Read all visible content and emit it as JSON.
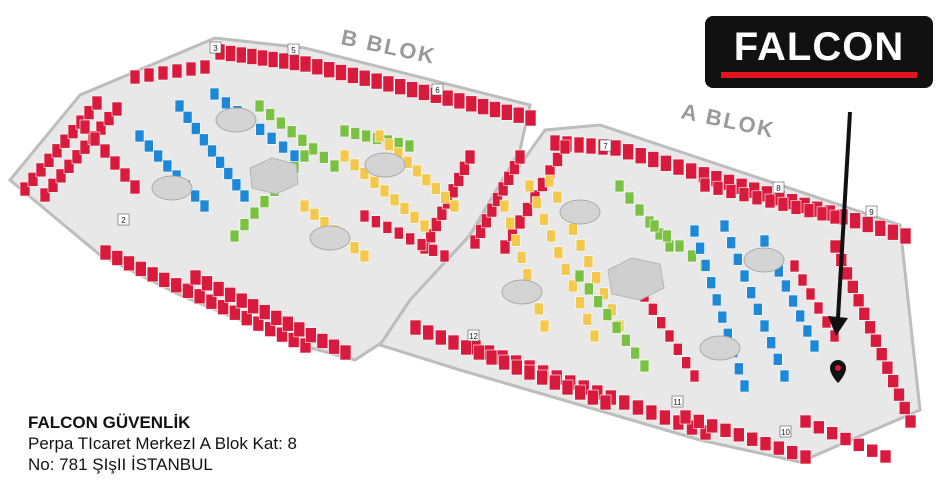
{
  "brand": {
    "logo_text": "FALCON",
    "colors": {
      "logo_bg": "#111111",
      "accent": "#e3141d",
      "shop_red": "#d81a3c",
      "shop_blue": "#1e88d8",
      "shop_green": "#7ac143",
      "shop_yellow": "#f2c94c",
      "plaza": "#cfcfcf"
    }
  },
  "map": {
    "blocks": {
      "b": "B BLOK",
      "a": "A BLOK"
    },
    "marker_icon": "location-pin-icon",
    "pointer_icon": "arrow-down-icon",
    "stair_markers": [
      "2",
      "3",
      "5",
      "6",
      "7",
      "8",
      "9",
      "10",
      "11",
      "12"
    ]
  },
  "address": {
    "company": "FALCON GÜVENLİK",
    "line1": "Perpa TIcaret MerkezI A Blok Kat: 8",
    "line2": "No: 781 ŞIşII İSTANBUL"
  }
}
